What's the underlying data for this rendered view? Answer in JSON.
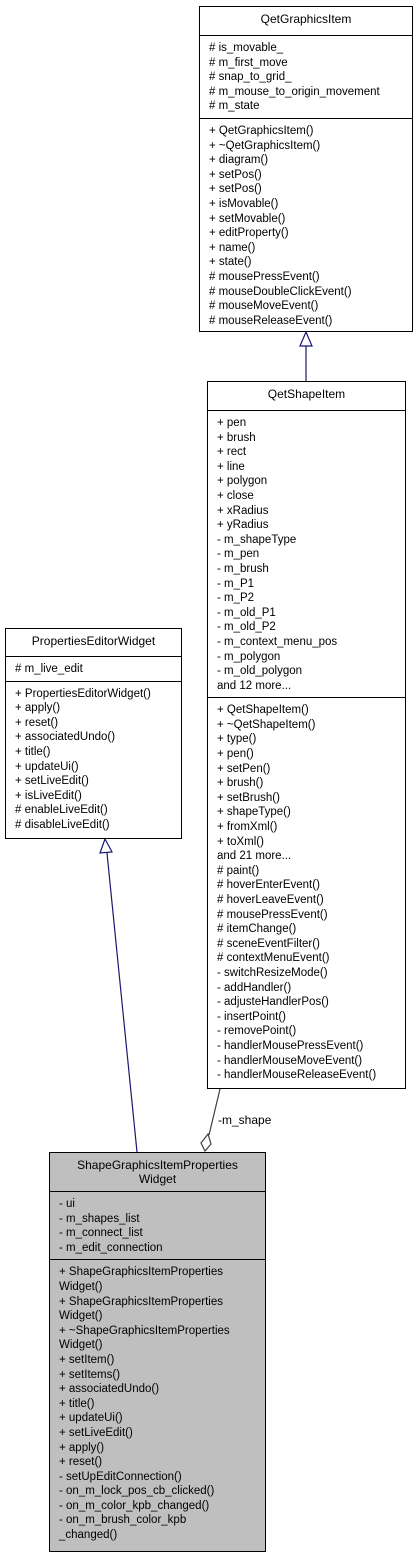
{
  "classes": {
    "qet_graphics_item": {
      "name": "QetGraphicsItem",
      "attributes": [
        "# is_movable_",
        "# m_first_move",
        "# snap_to_grid_",
        "# m_mouse_to_origin_movement",
        "# m_state"
      ],
      "methods": [
        "+ QetGraphicsItem()",
        "+ ~QetGraphicsItem()",
        "+ diagram()",
        "+ setPos()",
        "+ setPos()",
        "+ isMovable()",
        "+ setMovable()",
        "+ editProperty()",
        "+ name()",
        "+ state()",
        "# mousePressEvent()",
        "# mouseDoubleClickEvent()",
        "# mouseMoveEvent()",
        "# mouseReleaseEvent()"
      ]
    },
    "qet_shape_item": {
      "name": "QetShapeItem",
      "attributes": [
        "+ pen",
        "+ brush",
        "+ rect",
        "+ line",
        "+ polygon",
        "+ close",
        "+ xRadius",
        "+ yRadius",
        "- m_shapeType",
        "- m_pen",
        "- m_brush",
        "- m_P1",
        "- m_P2",
        "- m_old_P1",
        "- m_old_P2",
        "- m_context_menu_pos",
        "- m_polygon",
        "- m_old_polygon",
        "and 12 more..."
      ],
      "methods": [
        "+ QetShapeItem()",
        "+ ~QetShapeItem()",
        "+ type()",
        "+ pen()",
        "+ setPen()",
        "+ brush()",
        "+ setBrush()",
        "+ shapeType()",
        "+ fromXml()",
        "+ toXml()",
        "and 21 more...",
        "# paint()",
        "# hoverEnterEvent()",
        "# hoverLeaveEvent()",
        "# mousePressEvent()",
        "# itemChange()",
        "# sceneEventFilter()",
        "# contextMenuEvent()",
        "- switchResizeMode()",
        "- addHandler()",
        "- adjusteHandlerPos()",
        "- insertPoint()",
        "- removePoint()",
        "- handlerMousePressEvent()",
        "- handlerMouseMoveEvent()",
        "- handlerMouseReleaseEvent()"
      ]
    },
    "properties_editor_widget": {
      "name": "PropertiesEditorWidget",
      "attributes": [
        "# m_live_edit"
      ],
      "methods": [
        "+ PropertiesEditorWidget()",
        "+ apply()",
        "+ reset()",
        "+ associatedUndo()",
        "+ title()",
        "+ updateUi()",
        "+ setLiveEdit()",
        "+ isLiveEdit()",
        "# enableLiveEdit()",
        "# disableLiveEdit()"
      ]
    },
    "shape_graphics_item_properties_widget": {
      "name_lines": [
        "ShapeGraphicsItemProperties",
        "Widget"
      ],
      "attributes": [
        "- ui",
        "- m_shapes_list",
        "- m_connect_list",
        "- m_edit_connection"
      ],
      "methods": [
        "+ ShapeGraphicsItemProperties",
        "Widget()",
        "+ ShapeGraphicsItemProperties",
        "Widget()",
        "+ ~ShapeGraphicsItemProperties",
        "Widget()",
        "+ setItem()",
        "+ setItems()",
        "+ associatedUndo()",
        "+ title()",
        "+ updateUi()",
        "+ setLiveEdit()",
        "+ apply()",
        "+ reset()",
        "- setUpEditConnection()",
        "- on_m_lock_pos_cb_clicked()",
        "- on_m_color_kpb_changed()",
        "- on_m_brush_color_kpb",
        "_changed()"
      ]
    }
  },
  "edges": {
    "m_shape_label": "-m_shape"
  }
}
